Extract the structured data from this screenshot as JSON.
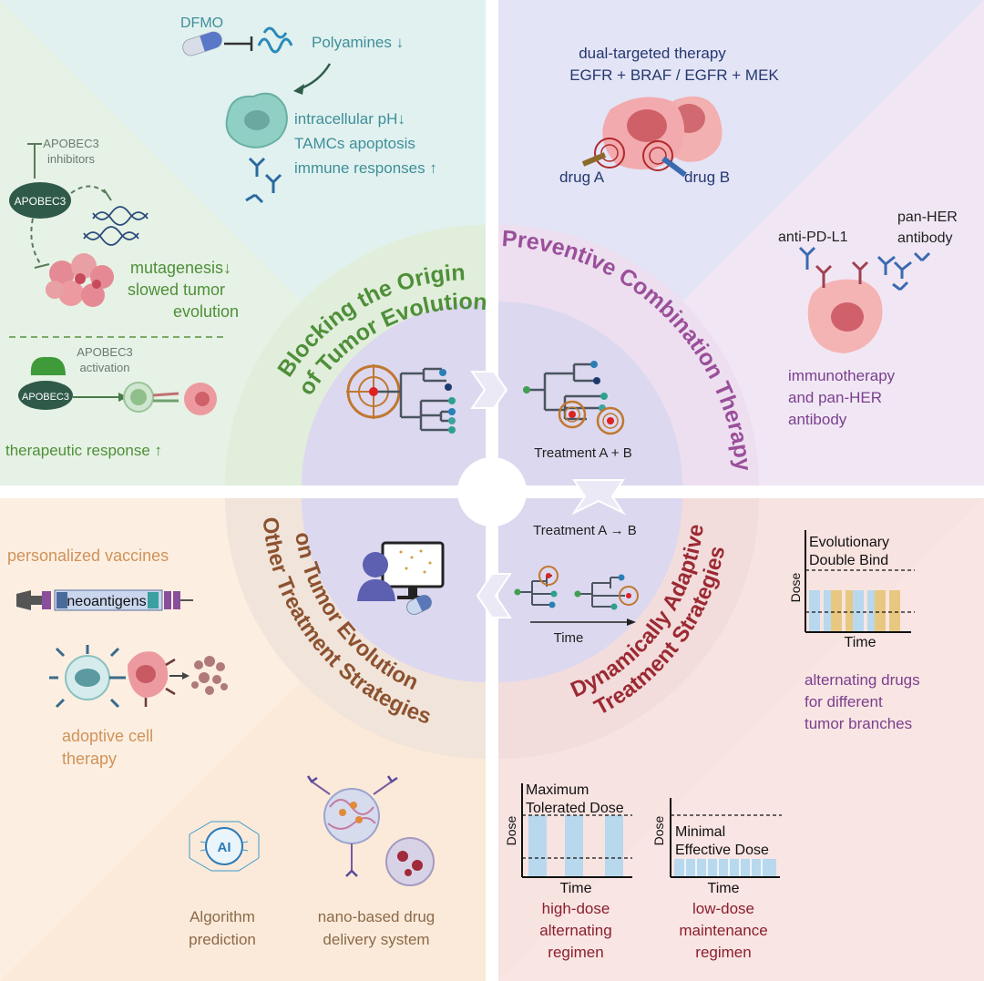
{
  "quadrants": {
    "top_left": {
      "title_line1": "Blocking the Origin",
      "title_line2": "of Tumor Evolution",
      "dfmo": "DFMO",
      "polyamines": "Polyamines ↓",
      "ph": "intracellular pH↓",
      "tamcs": "TAMCs apoptosis",
      "immune": "immune responses ↑",
      "apobec_inhibitors_1": "APOBEC3",
      "apobec_inhibitors_2": "inhibitors",
      "apobec_label": "APOBEC3",
      "mutagenesis": "mutagenesis↓",
      "slowed_1": "slowed tumor",
      "slowed_2": "evolution",
      "activation_1": "APOBEC3",
      "activation_2": "activation",
      "apobec_small": "APOBEC3",
      "response": "therapeutic response ↑"
    },
    "top_right": {
      "title": "Preventive Combination Therapy",
      "dual_1": "dual-targeted therapy",
      "dual_2": "EGFR + BRAF / EGFR + MEK",
      "drug_a": "drug A",
      "drug_b": "drug B",
      "anti_pdl1": "anti-PD-L1",
      "pan_her_1": "pan-HER",
      "pan_her_2": "antibody",
      "immuno_1": "immunotherapy",
      "immuno_2": "and pan-HER",
      "immuno_3": "antibody"
    },
    "bottom_left": {
      "title_line1": "Other Treatment Strategies",
      "title_line2": "on Tumor Evolution",
      "vaccines": "personalized vaccines",
      "neoantigens": "neoantigens",
      "adoptive_1": "adoptive cell",
      "adoptive_2": "therapy",
      "ai": "AI",
      "algo_1": "Algorithm",
      "algo_2": "prediction",
      "nano_1": "nano-based drug",
      "nano_2": "delivery system"
    },
    "bottom_right": {
      "title_line1": "Dynamically Adaptive",
      "title_line2": "Treatment Strategies",
      "evo_1": "Evolutionary",
      "evo_2": "Double Bind",
      "dose": "Dose",
      "time": "Time",
      "alt_1": "alternating  drugs",
      "alt_2": "for different",
      "alt_3": "tumor branches",
      "mtd_1": "Maximum",
      "mtd_2": "Tolerated Dose",
      "med_1": "Minimal",
      "med_2": "Effective Dose",
      "high_1": "high-dose",
      "high_2": "alternating",
      "high_3": "regimen",
      "low_1": "low-dose",
      "low_2": "maintenance",
      "low_3": "regimen"
    }
  },
  "center": {
    "treatment_ab": "Treatment A + B",
    "treatment_a_to_b": "Treatment A → B",
    "time": "Time"
  },
  "colors": {
    "green_title": "#4f8f3a",
    "purple_title": "#9a4f9a",
    "brown_title": "#8c5230",
    "red_title": "#9b2a33",
    "teal_text": "#3e8f9a",
    "orange_text": "#d0925a",
    "purple_text": "#7a3f8e",
    "maroon_text": "#8a1f2f"
  }
}
